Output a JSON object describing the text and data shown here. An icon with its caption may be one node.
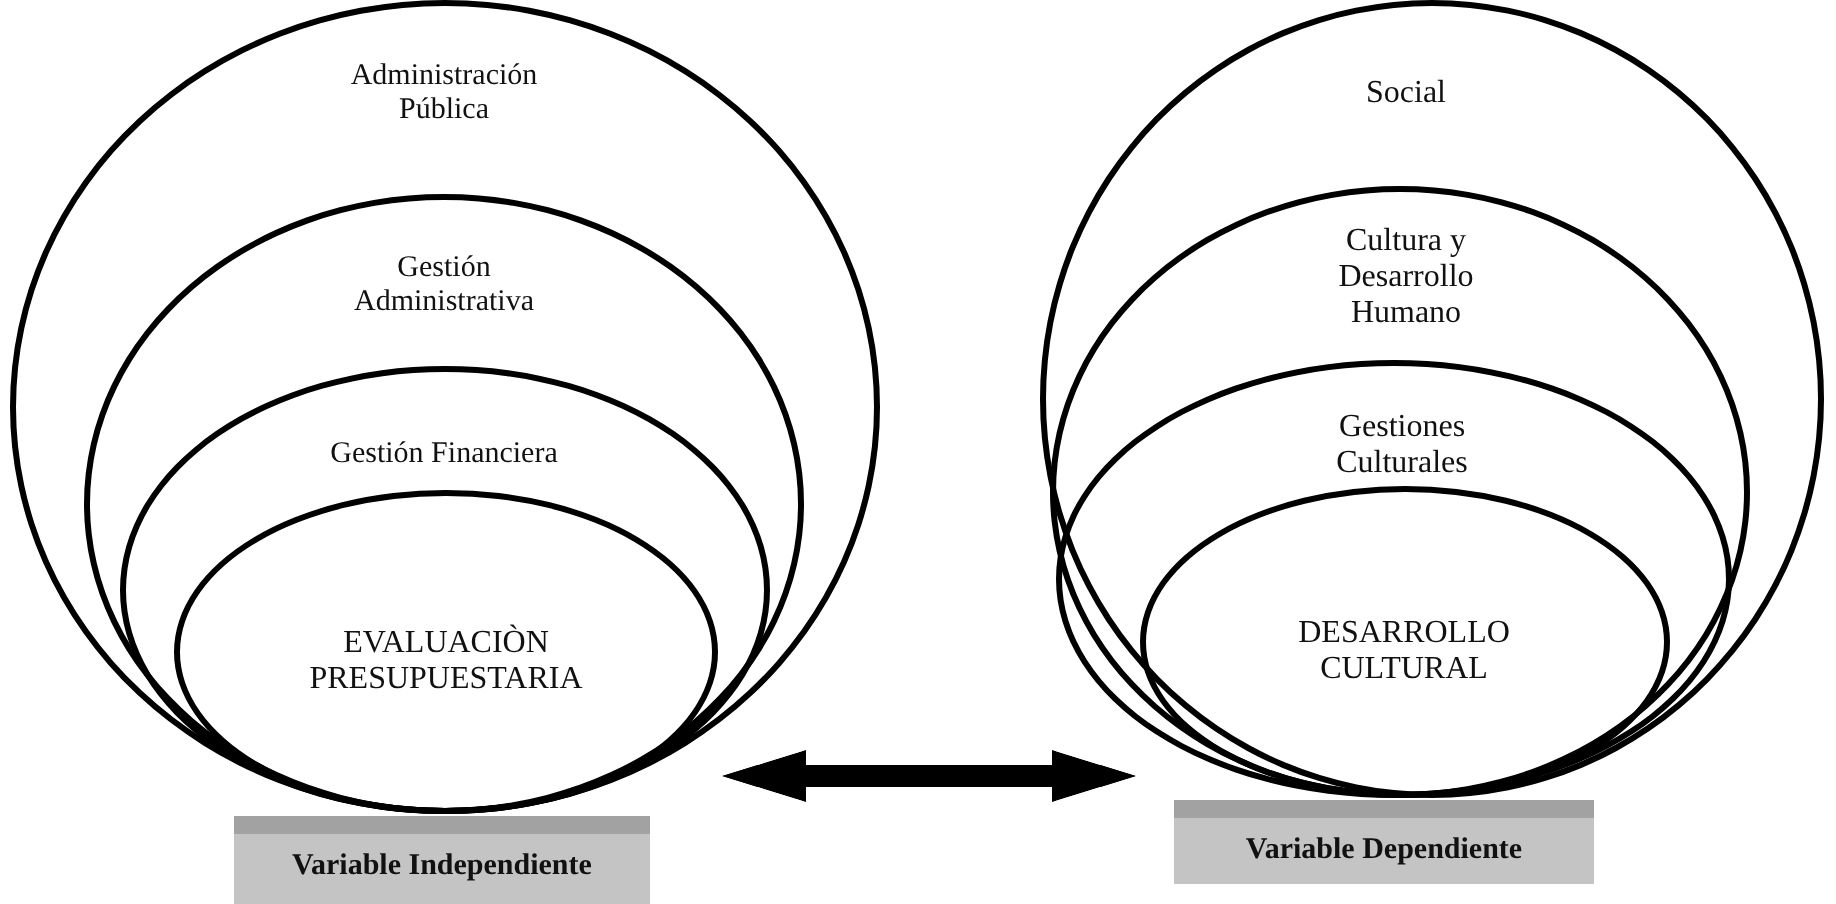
{
  "diagram": {
    "nodes": [
      {
        "text": [
          "Administración Pública"
        ]
      },
      {
        "text": [
          "Gestión Administrativa"
        ],
        "in": 0
      },
      {
        "text": [
          "Gestión Financiera"
        ],
        "in": 1
      },
      {
        "text": [
          "EVALUACIÒN PRESUPUESTARIA"
        ],
        "in": 2
      },
      {
        "text": [
          "Variable Independiente"
        ]
      },
      {
        "text": [
          "Social"
        ]
      },
      {
        "text": [
          "Cultura y Desarrollo Humano"
        ],
        "in": 5
      },
      {
        "text": [
          "Gestiones Culturales"
        ],
        "in": 6
      },
      {
        "text": [
          "DESARROLLO CULTURAL"
        ],
        "in": 7
      },
      {
        "text": [
          "Variable Dependiente"
        ]
      }
    ],
    "edges": [
      {
        "from": 0,
        "to": 5,
        "arrow": "both"
      }
    ]
  }
}
